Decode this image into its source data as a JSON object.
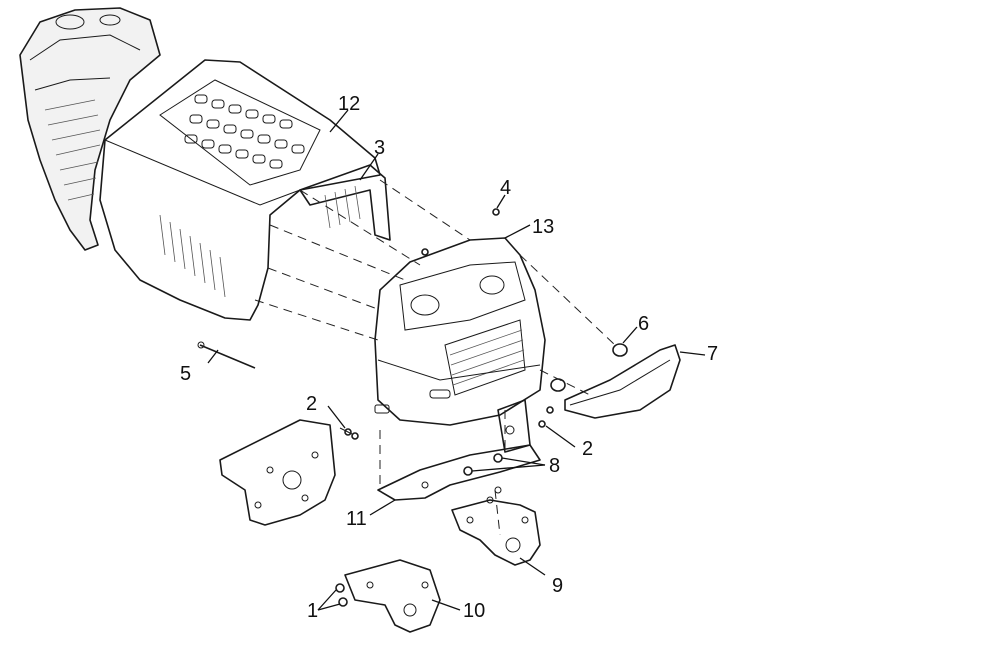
{
  "callouts": {
    "c1": "1",
    "c2a": "2",
    "c2b": "2",
    "c3": "3",
    "c4": "4",
    "c5": "5",
    "c6": "6",
    "c7": "7",
    "c8": "8",
    "c9": "9",
    "c10": "10",
    "c11": "11",
    "c12": "12",
    "c13": "13"
  }
}
